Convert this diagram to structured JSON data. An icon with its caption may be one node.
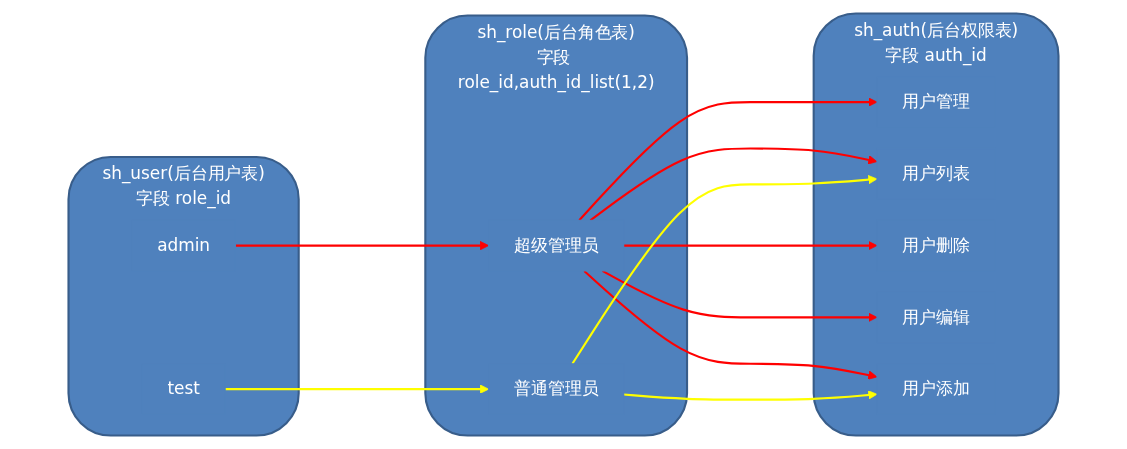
{
  "diagram": {
    "nodes": [
      {
        "text": [
          "sh_user(后台用户表)",
          "字段 role_id"
        ]
      },
      {
        "text": [
          "admin"
        ],
        "in": 0
      },
      {
        "text": [
          "test"
        ],
        "in": 0
      },
      {
        "text": [
          "sh_role(后台角色表)",
          "字段 role_id,auth_id_list(1,2)"
        ]
      },
      {
        "text": [
          "超级管理员"
        ],
        "in": 3
      },
      {
        "text": [
          "普通管理员"
        ],
        "in": 3
      },
      {
        "text": [
          "sh_auth(后台权限表)",
          "字段 auth_id"
        ]
      },
      {
        "text": [
          "用户管理"
        ],
        "in": 6
      },
      {
        "text": [
          "用户列表"
        ],
        "in": 6
      },
      {
        "text": [
          "用户删除"
        ],
        "in": 6
      },
      {
        "text": [
          "用户编辑"
        ],
        "in": 6
      },
      {
        "text": [
          "用户添加"
        ],
        "in": 6
      }
    ],
    "edges": [
      {
        "from": 1,
        "to": 4,
        "arrow": "to"
      },
      {
        "from": 2,
        "to": 5,
        "arrow": "to",
        "color": "#ffff00"
      },
      {
        "from": 4,
        "to": 7,
        "arrow": "to"
      },
      {
        "from": 4,
        "to": 8,
        "arrow": "to"
      },
      {
        "from": 4,
        "to": 9,
        "arrow": "to"
      },
      {
        "from": 4,
        "to": 10,
        "arrow": "to"
      },
      {
        "from": 4,
        "to": 11,
        "arrow": "to"
      },
      {
        "from": 5,
        "to": 8,
        "arrow": "to",
        "color": "#ffff00"
      },
      {
        "from": 5,
        "to": 11,
        "arrow": "to",
        "color": "#ffff00"
      }
    ]
  }
}
